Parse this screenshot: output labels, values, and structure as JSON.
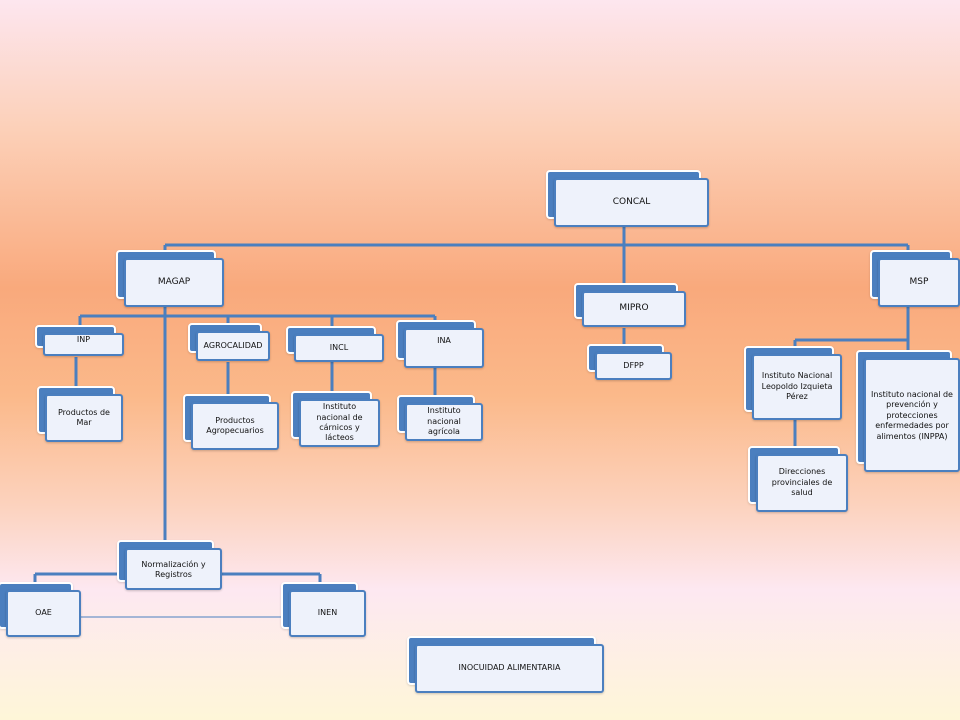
{
  "nodes": {
    "concal": "CONCAL",
    "magap": "MAGAP",
    "mipro": "MIPRO",
    "msp": "MSP",
    "inp": "INP",
    "agrocalidad": "AGROCALIDAD",
    "incl": "INCL",
    "ina": "INA",
    "dfpp": "DFPP",
    "productos_mar": "Productos de Mar",
    "productos_agro": "Productos Agropecuarios",
    "instituto_carnicos": "Instituto nacional de cárnicos y lácteos",
    "instituto_agricola": "Instituto nacional agrícola",
    "instituto_izquieta": "Instituto Nacional Leopoldo Izquieta Pérez",
    "instituto_inppa": "Instituto nacional de prevención y protecciones enfermedades por alimentos (INPPA)",
    "direcciones_salud": "Direcciones provinciales de salud",
    "normalizacion": "Normalización y Registros",
    "oae": "OAE",
    "inen": "INEN",
    "inocuidad": "INOCUIDAD ALIMENTARIA"
  },
  "colors": {
    "node_fill": "#4b7fbf",
    "node_face": "#eef2fb",
    "connector": "#4b7fbf"
  }
}
